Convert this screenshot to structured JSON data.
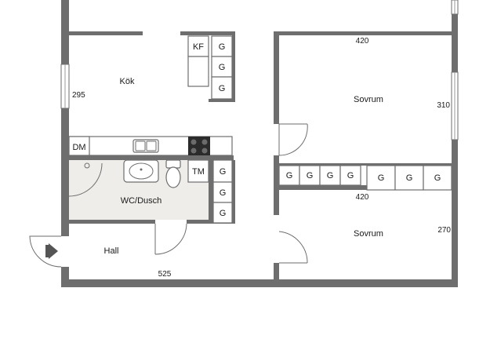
{
  "rooms": {
    "kitchen": "Kök",
    "bedroom_1": "Sovrum",
    "bedroom_2": "Sovrum",
    "bathroom": "WC/Dusch",
    "hall": "Hall"
  },
  "dimensions": {
    "kitchen_height": "295",
    "bedroom_1_width": "420",
    "bedroom_1_height": "310",
    "bedroom_2_width": "420",
    "bedroom_2_height": "270",
    "hall_width": "525"
  },
  "fixtures": {
    "kf": "KF",
    "dm": "DM",
    "tm": "TM",
    "wardrobe": "G"
  },
  "colors": {
    "wall": "#6e6e6e",
    "bathroom_floor": "#eeedea",
    "stove": "#2b2b2b"
  }
}
